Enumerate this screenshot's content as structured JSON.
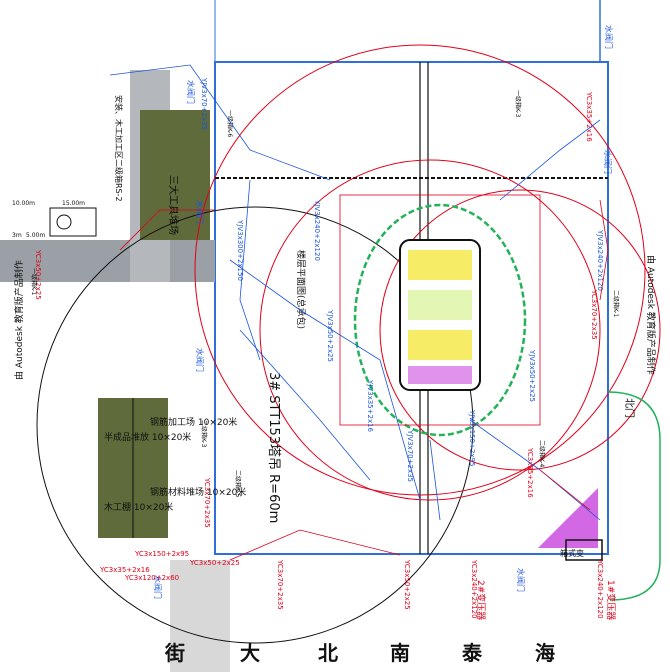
{
  "colors": {
    "boundary": "#2f6fdc",
    "red": "#e0001a",
    "blue": "#1a55e0",
    "green": "#22b25a",
    "olive": "#5f6b3a",
    "gray": "#9aa0a6",
    "yellow": "#f0e000",
    "magenta": "#c028d8",
    "black": "#111111"
  },
  "labels": {
    "crane": "3# STT153塔吊 R=60m",
    "tower_plan": "楼层平面图(总承包)",
    "worker_camp": "安装、木工加工区二级箱RS-2",
    "warehouse": "三大工具堆场",
    "rebar_yard": "钢筋加工场 10×20米",
    "rebar_stock": "钢筋材料堆场 10×20米",
    "concrete_yard": "半成品堆放 10×20米",
    "wood_yard": "木工棚 10×20米",
    "autodesk_left": "由 Autodesk 教育版产品制作",
    "autodesk_right": "由 Autodesk 教育版产品制作",
    "gate_north": "北门",
    "dim_a": "10.00m",
    "dim_b": "15.00m",
    "dim_c": "3m",
    "dim_d": "5.00m",
    "transformer_1": "1#变压器",
    "transformer_2": "2#变压器",
    "transformer_box": "箱式变",
    "street_chars": [
      "街",
      "大",
      "北",
      "南",
      "泰",
      "海"
    ],
    "water_valves": [
      "水阀门",
      "水阀门",
      "水阀门",
      "水阀门",
      "水阀门",
      "水阀门",
      "水阀门"
    ],
    "red_cables": [
      "YC3x35+2x16",
      "YC3x70+2x35",
      "YC3x50+2x25",
      "YC3x70+2x35",
      "YC3x150+2x95",
      "YC3x35+2x16",
      "YC3x120+2x60",
      "YC3x50+2x25",
      "YC3x70+2x35",
      "YC3x35+2x16",
      "YC3x240+2x120",
      "YC3x240+2x120",
      "YC3x50+2x25"
    ],
    "blue_cables": [
      "YJV3x70+2x35",
      "YJV3x300+2x150",
      "YJV3x240+2x120",
      "YJV3x50+2x25",
      "YJV3x35+2x16",
      "YJV3x150+2x95",
      "YJV3x50+2x25",
      "YJV3x70+2x35",
      "YJV3x240+2x120"
    ],
    "box_labels": [
      "一级箱K-3",
      "二级箱K-1",
      "二级箱K-3",
      "一级箱K-1",
      "二级箱K-5",
      "一级箱K-6",
      "二级箱K-4"
    ]
  }
}
